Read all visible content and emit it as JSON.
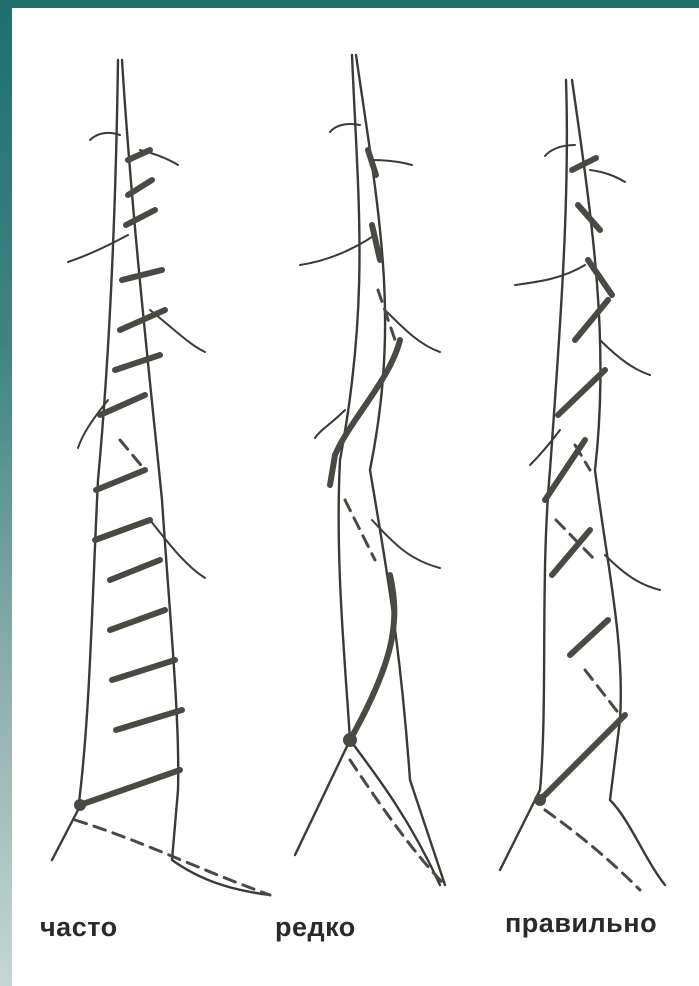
{
  "diagram": {
    "stems": [
      {
        "id": "frequent",
        "caption": "часто"
      },
      {
        "id": "rare",
        "caption": "редко"
      },
      {
        "id": "correct",
        "caption": "правильно"
      }
    ],
    "colors": {
      "ink": "#3a3a36",
      "wrap": "#4a4a44",
      "frame_accent": "#1f6f6c"
    }
  }
}
